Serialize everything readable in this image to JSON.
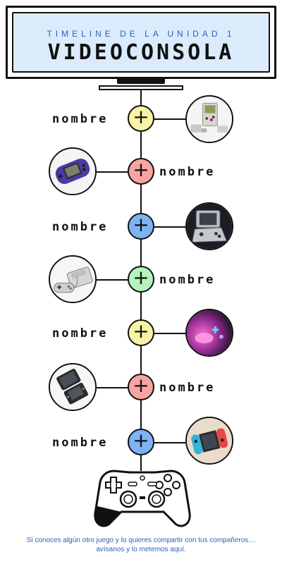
{
  "header": {
    "subtitle": "TIMELINE DE LA UNIDAD 1",
    "title": "VIDEOCONSOLA"
  },
  "timeline": {
    "items": [
      {
        "label": "nombre",
        "node_symbol": "+",
        "node_color": "#f9f3a5",
        "side": "left",
        "image_icon": "game-boy-icon"
      },
      {
        "label": "nombre",
        "node_symbol": "+",
        "node_color": "#f9a3a3",
        "side": "right",
        "image_icon": "game-boy-advance-icon"
      },
      {
        "label": "nombre",
        "node_symbol": "+",
        "node_color": "#7fb2f5",
        "side": "left",
        "image_icon": "game-boy-advance-sp-icon"
      },
      {
        "label": "nombre",
        "node_symbol": "+",
        "node_color": "#b5f2bd",
        "side": "right",
        "image_icon": "super-nintendo-icon"
      },
      {
        "label": "nombre",
        "node_symbol": "+",
        "node_color": "#f9f3a5",
        "side": "left",
        "image_icon": "neon-controller-icon"
      },
      {
        "label": "nombre",
        "node_symbol": "+",
        "node_color": "#f9a3a3",
        "side": "right",
        "image_icon": "nintendo-ds-icon"
      },
      {
        "label": "nombre",
        "node_symbol": "+",
        "node_color": "#7fb2f5",
        "side": "left",
        "image_icon": "nintendo-switch-icon"
      }
    ]
  },
  "footer": {
    "icon": "gamepad-icon",
    "note": "Si conoces algún otro juego y lo quieres compartir con tus compañeros… avísanos y lo metemos aquí."
  },
  "colors": {
    "accent_blue": "#2d5fb8",
    "screen_bg": "#dcebfb"
  }
}
